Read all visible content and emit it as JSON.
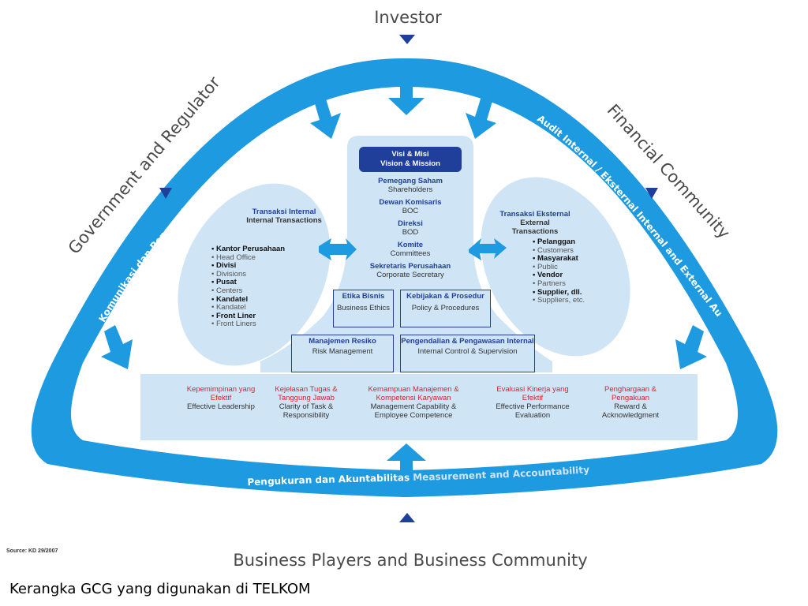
{
  "stakeholders": {
    "investor": "Investor",
    "government": "Government and Regulator",
    "financial": "Financial Community",
    "business": "Business Players and Business Community"
  },
  "ring": {
    "left_band": "Komunikasi dan Pengungkapan Communication & Disclosure",
    "right_band": "Audit Internal / Eksternal Internal and External Audit",
    "bottom_band_id": "Pengukuran dan Akuntabilitas",
    "bottom_band_en": "Measurement and Accountability"
  },
  "center": {
    "vision_id": "Visi & Misi",
    "vision_en": "Vision & Mission",
    "items": [
      {
        "id": "Pemegang Saham",
        "en": "Shareholders"
      },
      {
        "id": "Dewan Komisaris",
        "en": "BOC"
      },
      {
        "id": "Direksi",
        "en": "BOD"
      },
      {
        "id": "Komite",
        "en": "Committees"
      },
      {
        "id": "Sekretaris Perusahaan",
        "en": "Corporate Secretary"
      }
    ],
    "ethics_id": "Etika Bisnis",
    "ethics_en": "Business Ethics",
    "policy_id": "Kebijakan & Prosedur",
    "policy_en": "Policy & Procedures",
    "risk_id": "Manajemen Resiko",
    "risk_en": "Risk Management",
    "control_id": "Pengendalian & Pengawasan Internal",
    "control_en": "Internal Control & Supervision"
  },
  "internal": {
    "title_id": "Transaksi Internal",
    "title_en": "Internal Transactions",
    "items": [
      {
        "id": "Kantor Perusahaan",
        "en": "Head Office"
      },
      {
        "id": "Divisi",
        "en": "Divisions"
      },
      {
        "id": "Pusat",
        "en": "Centers"
      },
      {
        "id": "Kandatel",
        "en": "Kandatel"
      },
      {
        "id": "Front Liner",
        "en": "Front Liners"
      }
    ]
  },
  "external": {
    "title_id": "Transaksi Eksternal",
    "title_en1": "External",
    "title_en2": "Transactions",
    "items": [
      {
        "id": "Pelanggan",
        "en": "Customers"
      },
      {
        "id": "Masyarakat",
        "en": "Public"
      },
      {
        "id": "Vendor",
        "en": "Partners"
      },
      {
        "id": "Supplier, dll.",
        "en": "Suppliers, etc."
      }
    ]
  },
  "principles": [
    {
      "id": "Kepemimpinan yang Efektif",
      "en": "Effective Leadership"
    },
    {
      "id": "Kejelasan Tugas & Tanggung Jawab",
      "en": "Clarity of Task & Responsibility"
    },
    {
      "id": "Kemampuan Manajemen & Kompetensi Karyawan",
      "en": "Management Capability & Employee Competence"
    },
    {
      "id": "Evaluasi Kinerja yang Efektif",
      "en": "Effective Performance Evaluation"
    },
    {
      "id": "Penghargaan & Pengakuan",
      "en": "Reward & Acknowledgment"
    }
  ],
  "source": "Source: KD 29/2007",
  "caption": "Kerangka GCG yang digunakan di TELKOM",
  "colors": {
    "ring": "#1d9ae0",
    "inner": "#cfe4f5",
    "navy": "#1f3f9a",
    "red": "#d6262f"
  }
}
